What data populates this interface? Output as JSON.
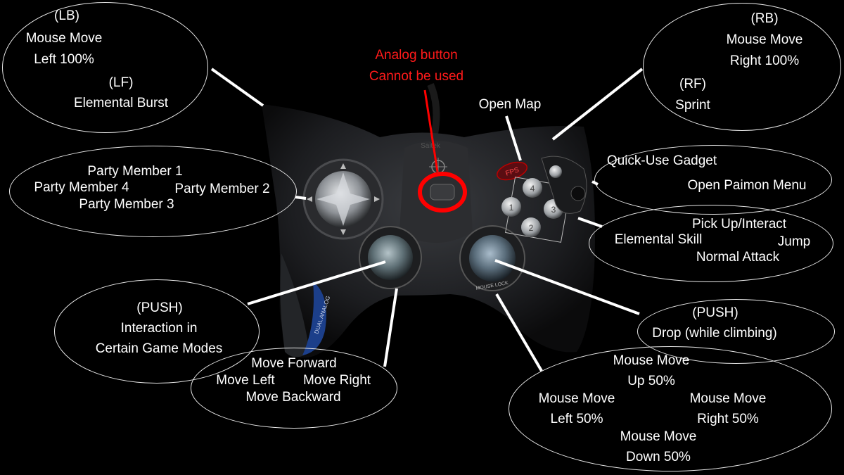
{
  "colors": {
    "background": "#000000",
    "label_text": "#ffffff",
    "warning_text": "#ff1a1a",
    "outline": "#e8e8e8",
    "highlight_ring": "#ff0000"
  },
  "controller": {
    "brand": "Saitek",
    "fps_button": "FPS",
    "mouse_look": "MOUSE LOCK",
    "grip_text": "DUAL ANALOG",
    "face_buttons": [
      "1",
      "2",
      "3",
      "4"
    ]
  },
  "callouts": {
    "left_shoulder": {
      "lb_tag": "(LB)",
      "lb_line1": "Mouse Move",
      "lb_line2": "Left 100%",
      "lf_tag": "(LF)",
      "lf_action": "Elemental Burst"
    },
    "right_shoulder": {
      "rb_tag": "(RB)",
      "rb_line1": "Mouse Move",
      "rb_line2": "Right 100%",
      "rf_tag": "(RF)",
      "rf_action": "Sprint"
    },
    "analog_warning": {
      "line1": "Analog button",
      "line2": "Cannot be used"
    },
    "open_map": "Open Map",
    "dpad": {
      "up": "Party Member 1",
      "left": "Party Member 4",
      "right": "Party Member 2",
      "down": "Party Member 3"
    },
    "small_buttons": {
      "top": "Quick-Use Gadget",
      "bottom": "Open Paimon Menu"
    },
    "face": {
      "top": "Pick Up/Interact",
      "left": "Elemental Skill",
      "right": "Jump",
      "bottom": "Normal Attack"
    },
    "left_stick_push": {
      "tag": "(PUSH)",
      "line1": "Interaction in",
      "line2": "Certain Game Modes"
    },
    "right_stick_push": {
      "tag": "(PUSH)",
      "line1": "Drop (while climbing)"
    },
    "left_stick": {
      "up": "Move Forward",
      "left": "Move Left",
      "right": "Move Right",
      "down": "Move Backward"
    },
    "right_stick": {
      "up_line1": "Mouse Move",
      "up_line2": "Up 50%",
      "left_line1": "Mouse Move",
      "left_line2": "Left 50%",
      "right_line1": "Mouse Move",
      "right_line2": "Right 50%",
      "down_line1": "Mouse Move",
      "down_line2": "Down 50%"
    }
  }
}
